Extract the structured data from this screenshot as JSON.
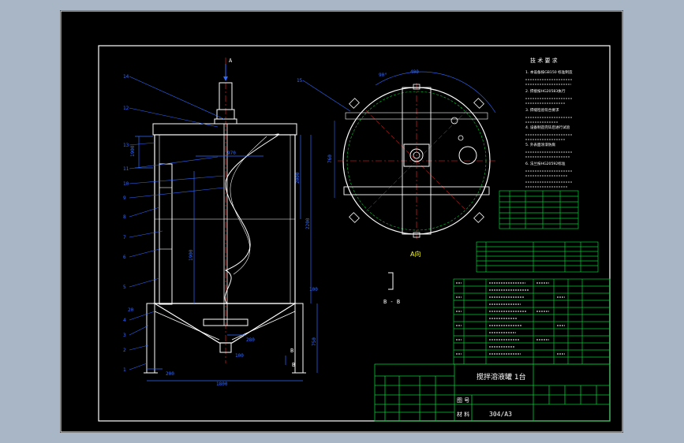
{
  "colors": {
    "background": "#a9b6c6",
    "sheet": "#000000",
    "frame": "#ffffff",
    "outline": "#ffffff",
    "dimension": "#2f6bff",
    "center_line": "#ff2a2a",
    "table": "#00cc33",
    "text": "#ffffff",
    "annotation": "#ffff00"
  },
  "front_view": {
    "section_arrow_top": "A",
    "dims": {
      "vertical_left": "1900",
      "vertical_mid": "1900",
      "vertical_right": "2000",
      "vertical_right2": "2200",
      "inner_horizontal": "970",
      "overall_width": "1800",
      "leg_offset": "200",
      "cone_height": "750",
      "bottom_outlet": "100",
      "bottom_right": "280",
      "top_right": "100",
      "leg_left": "20"
    },
    "section_marks": [
      "B",
      "B"
    ],
    "leader_numbers": [
      "14",
      "12",
      "13",
      "11",
      "10",
      "9",
      "8",
      "7",
      "6",
      "5",
      "4",
      "3",
      "2",
      "1"
    ]
  },
  "top_view": {
    "label": "A向",
    "dims": {
      "top": "400",
      "left": "760",
      "angle": "90°"
    },
    "leader_number": "15"
  },
  "section_bb": {
    "label": "B - B"
  },
  "tech_requirements": {
    "title": "技 术 要 求",
    "items": [
      "1. 本设备按GB150 标准制造",
      "2. 焊接按HG20583执行",
      "3. 焊缝检验符合要求",
      "4. 设备制造完毕后进行试验",
      "5. 外表面涂漆防腐",
      "6. 法兰按HG20592标准"
    ]
  },
  "title_block": {
    "name": "搅拌溶液罐 1台",
    "material": "304/A3",
    "labels": {
      "drawing": "图 号",
      "material": "材 料"
    }
  }
}
